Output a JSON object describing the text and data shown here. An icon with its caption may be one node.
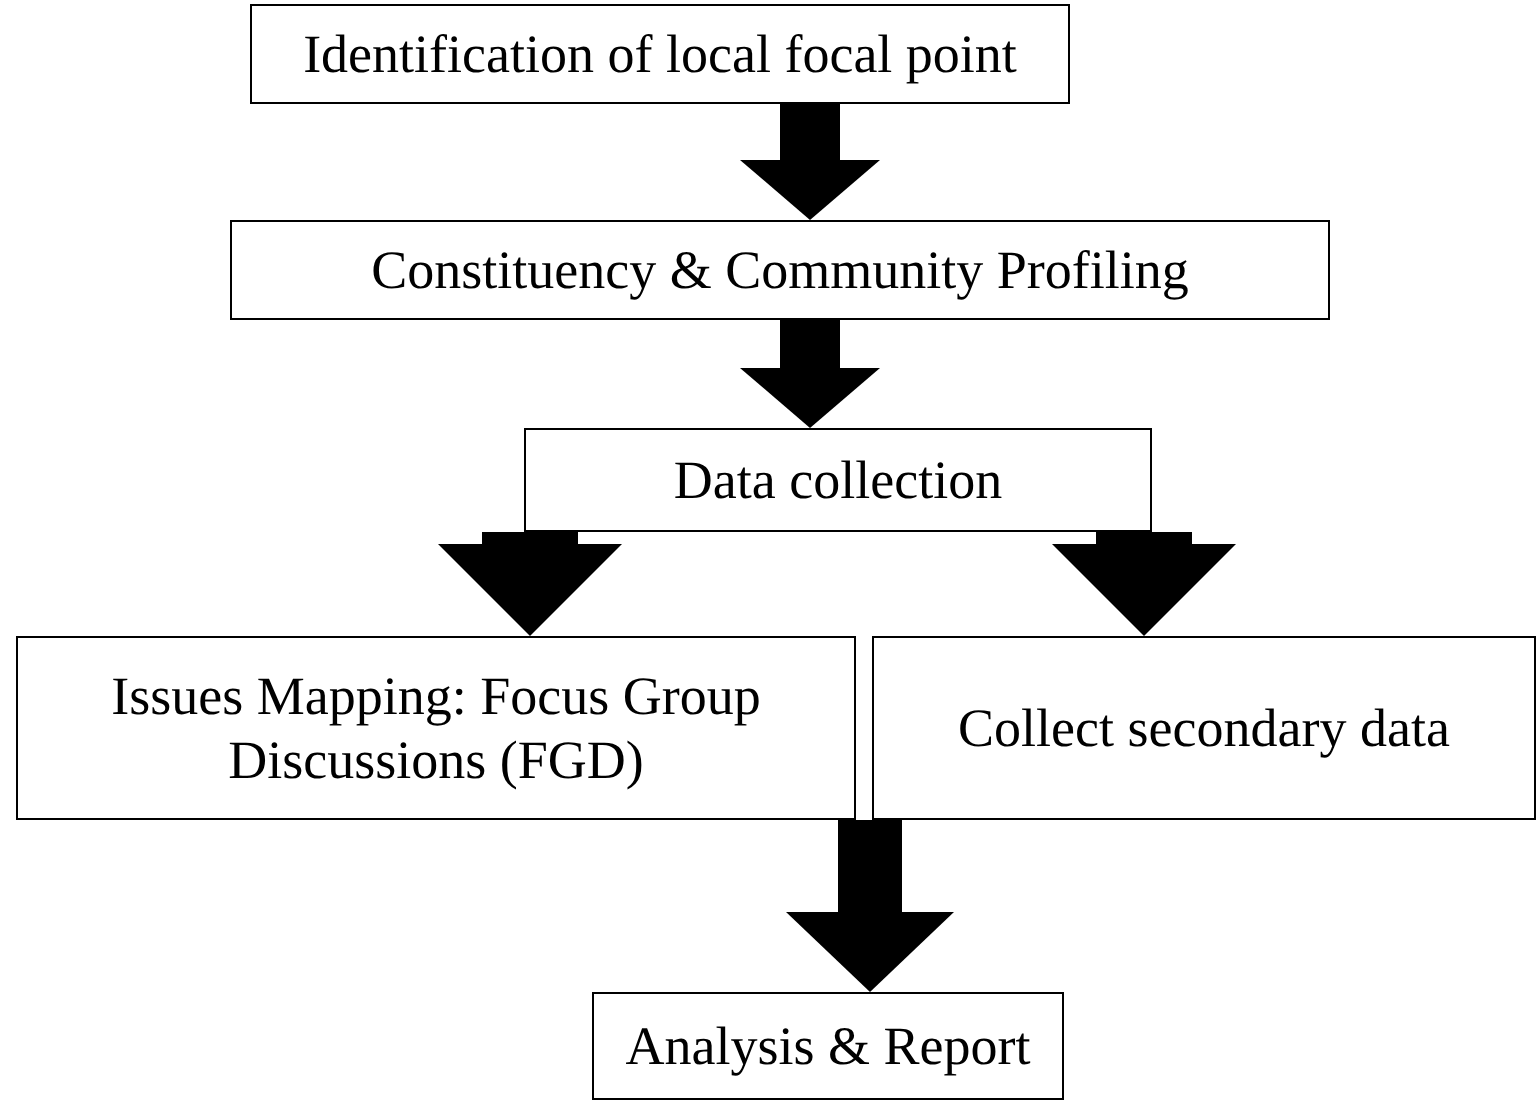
{
  "diagram": {
    "nodes": [
      {
        "text": [
          "Identification of local focal point"
        ]
      },
      {
        "text": [
          "Constituency & Community Profiling"
        ]
      },
      {
        "text": [
          "Data collection"
        ]
      },
      {
        "text": [
          "Issues Mapping: Focus Group Discussions (FGD)"
        ]
      },
      {
        "text": [
          "Collect secondary data"
        ]
      },
      {
        "text": [
          "Analysis & Report"
        ]
      }
    ],
    "edges": [
      {
        "from": 0,
        "to": 1,
        "arrow": "to"
      },
      {
        "from": 1,
        "to": 2,
        "arrow": "to"
      },
      {
        "from": 2,
        "to": 3,
        "arrow": "to"
      },
      {
        "from": 2,
        "to": 4,
        "arrow": "to"
      },
      {
        "from": 3,
        "to": 5,
        "arrow": "to"
      },
      {
        "from": 4,
        "to": 5,
        "arrow": "to"
      }
    ]
  }
}
